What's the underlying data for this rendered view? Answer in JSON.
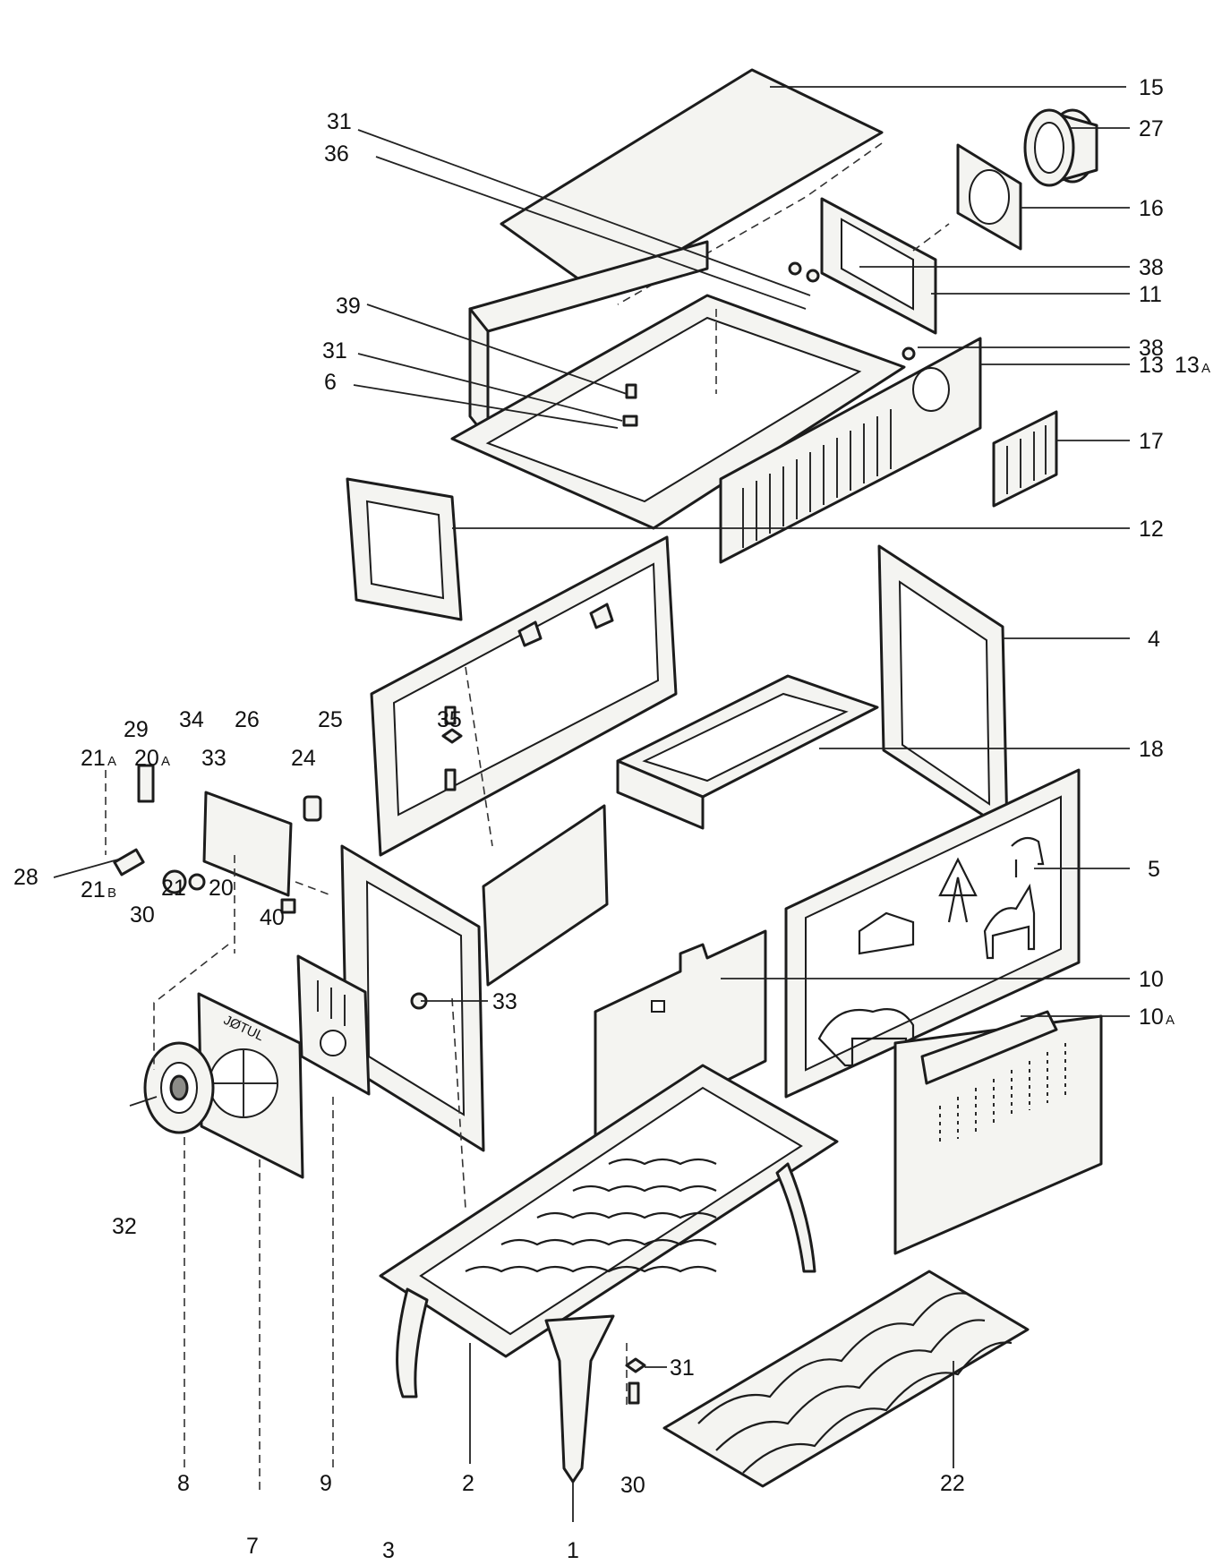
{
  "diagram": {
    "callouts": [
      {
        "id": "c15",
        "text": "15"
      },
      {
        "id": "c27",
        "text": "27"
      },
      {
        "id": "c16",
        "text": "16"
      },
      {
        "id": "c38a",
        "text": "38"
      },
      {
        "id": "c11",
        "text": "11"
      },
      {
        "id": "c38b",
        "text": "38"
      },
      {
        "id": "c13",
        "text": "13"
      },
      {
        "id": "c13a",
        "text": "13",
        "sub": "A"
      },
      {
        "id": "c17",
        "text": "17"
      },
      {
        "id": "c12",
        "text": "12"
      },
      {
        "id": "c4",
        "text": "4"
      },
      {
        "id": "c18",
        "text": "18"
      },
      {
        "id": "c5",
        "text": "5"
      },
      {
        "id": "c10",
        "text": "10"
      },
      {
        "id": "c10a",
        "text": "10",
        "sub": "A"
      },
      {
        "id": "c31a",
        "text": "31"
      },
      {
        "id": "c36",
        "text": "36"
      },
      {
        "id": "c39",
        "text": "39"
      },
      {
        "id": "c31b",
        "text": "31"
      },
      {
        "id": "c6",
        "text": "6"
      },
      {
        "id": "c29",
        "text": "29"
      },
      {
        "id": "c34",
        "text": "34"
      },
      {
        "id": "c26",
        "text": "26"
      },
      {
        "id": "c25",
        "text": "25"
      },
      {
        "id": "c21a",
        "text": "21",
        "sub": "A"
      },
      {
        "id": "c20a",
        "text": "20",
        "sub": "A"
      },
      {
        "id": "c33a",
        "text": "33"
      },
      {
        "id": "c24",
        "text": "24"
      },
      {
        "id": "c35",
        "text": "35"
      },
      {
        "id": "c28",
        "text": "28"
      },
      {
        "id": "c21b",
        "text": "21",
        "sub": "B"
      },
      {
        "id": "c21",
        "text": "21"
      },
      {
        "id": "c20",
        "text": "20"
      },
      {
        "id": "c30a",
        "text": "30"
      },
      {
        "id": "c40",
        "text": "40"
      },
      {
        "id": "c33b",
        "text": "33"
      },
      {
        "id": "c32",
        "text": "32"
      },
      {
        "id": "c31c",
        "text": "31"
      },
      {
        "id": "c8",
        "text": "8"
      },
      {
        "id": "c7",
        "text": "7"
      },
      {
        "id": "c9",
        "text": "9"
      },
      {
        "id": "c3",
        "text": "3"
      },
      {
        "id": "c2",
        "text": "2"
      },
      {
        "id": "c1",
        "text": "1"
      },
      {
        "id": "c30b",
        "text": "30"
      },
      {
        "id": "c22",
        "text": "22"
      }
    ],
    "door_emblem": "JØTUL"
  },
  "colors": {
    "line": "#1c1c1c",
    "fill": "#f4f4f1",
    "background": "#ffffff"
  }
}
